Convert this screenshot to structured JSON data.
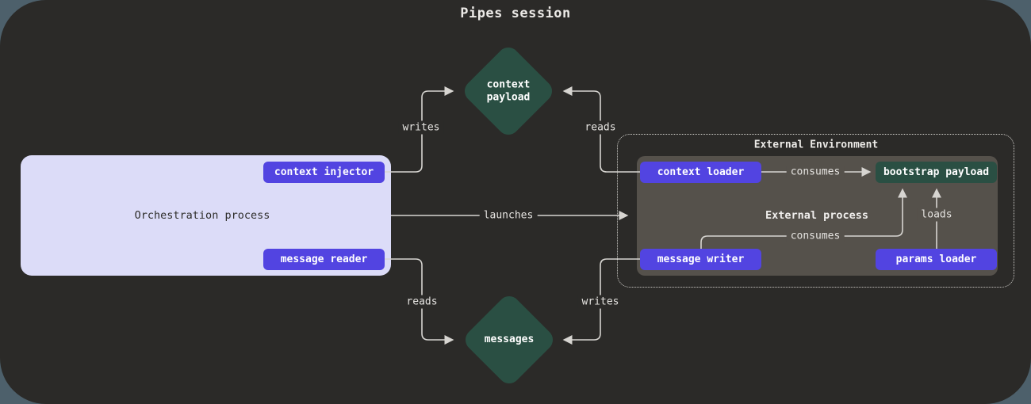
{
  "title": "Pipes session",
  "nodes": {
    "orchestration": "Orchestration process",
    "context_injector": "context injector",
    "message_reader": "message reader",
    "context_payload": "context payload",
    "messages": "messages",
    "external_environment": "External Environment",
    "external_process": "External process",
    "context_loader": "context loader",
    "bootstrap_payload": "bootstrap payload",
    "message_writer": "message writer",
    "params_loader": "params loader"
  },
  "edges": [
    {
      "from": "context injector",
      "to": "context payload",
      "label": "writes"
    },
    {
      "from": "context loader",
      "to": "context payload",
      "label": "reads"
    },
    {
      "from": "Orchestration process",
      "to": "External process",
      "label": "launches"
    },
    {
      "from": "context loader",
      "to": "bootstrap payload",
      "label": "consumes"
    },
    {
      "from": "message writer",
      "to": "bootstrap payload",
      "label": "consumes"
    },
    {
      "from": "params loader",
      "to": "bootstrap payload",
      "label": "loads"
    },
    {
      "from": "message reader",
      "to": "messages",
      "label": "reads"
    },
    {
      "from": "message writer",
      "to": "messages",
      "label": "writes"
    }
  ],
  "colors": {
    "page_background": "#4d606b",
    "canvas_background": "#2b2a28",
    "process_box": "#dcdcf8",
    "accent_purple": "#5244e1",
    "accent_green": "#2a4f43",
    "external_box": "#55514b",
    "wire": "#d7d5d1",
    "text_light": "#eceae7",
    "text_dark": "#2e2d2a"
  }
}
